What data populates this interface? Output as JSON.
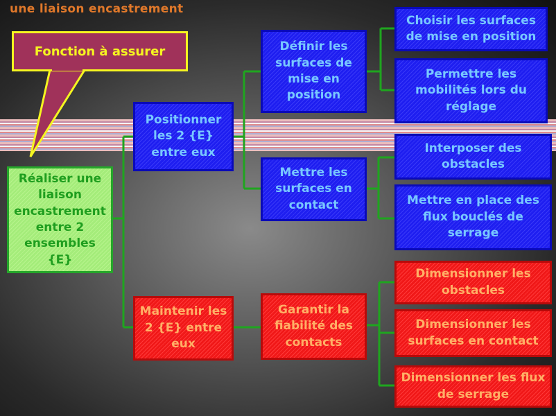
{
  "title": "une liaison encastrement",
  "callout": "Fonction à assurer",
  "root": "Réaliser une liaison encastrement entre 2 ensembles {E}",
  "level1": {
    "positionner": "Positionner les 2 {E} entre eux",
    "maintenir": "Maintenir les 2 {E} entre eux"
  },
  "level2": {
    "definir": "Définir les surfaces de mise en position",
    "mettre_contact": "Mettre les surfaces en contact",
    "garantir": "Garantir la fiabilité des contacts"
  },
  "level3": {
    "choisir": "Choisir les surfaces de mise en position",
    "permettre": "Permettre les mobilités lors du réglage",
    "interposer": "Interposer des obstacles",
    "flux": "Mettre en place des flux bouclés de serrage",
    "dim_obstacles": "Dimensionner les obstacles",
    "dim_surfaces": "Dimensionner les surfaces en contact",
    "dim_flux": "Dimensionner les flux de serrage"
  },
  "colors": {
    "connector": "#1fa51f",
    "callout_fill": "#a0325a",
    "callout_text": "#f5f520",
    "title_text": "#e0782a"
  }
}
